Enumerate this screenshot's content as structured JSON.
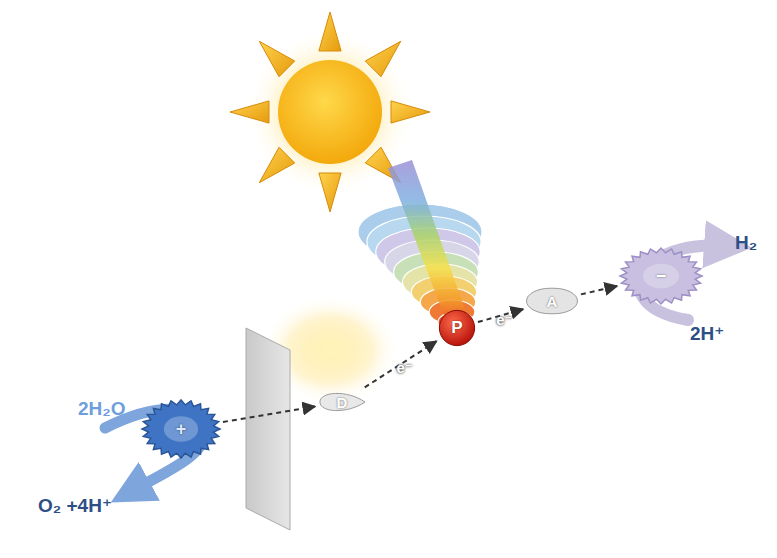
{
  "diagram": {
    "nodes": [
      {
        "text": [
          "+"
        ]
      },
      {
        "text": [
          "D"
        ]
      },
      {
        "text": [
          "P"
        ]
      },
      {
        "text": [
          "A"
        ]
      },
      {
        "text": [
          "−"
        ]
      }
    ],
    "edges": [
      {
        "from": 0,
        "to": 1,
        "arrow": "to"
      },
      {
        "from": 1,
        "to": 2,
        "label": "e⁻",
        "arrow": "to"
      },
      {
        "from": 2,
        "to": 3,
        "label": "e⁻",
        "arrow": "to"
      },
      {
        "from": 3,
        "to": 4,
        "arrow": "to"
      }
    ],
    "labels": [
      "2H₂O",
      "O₂ +4H⁺",
      "H₂",
      "2H⁺"
    ]
  }
}
